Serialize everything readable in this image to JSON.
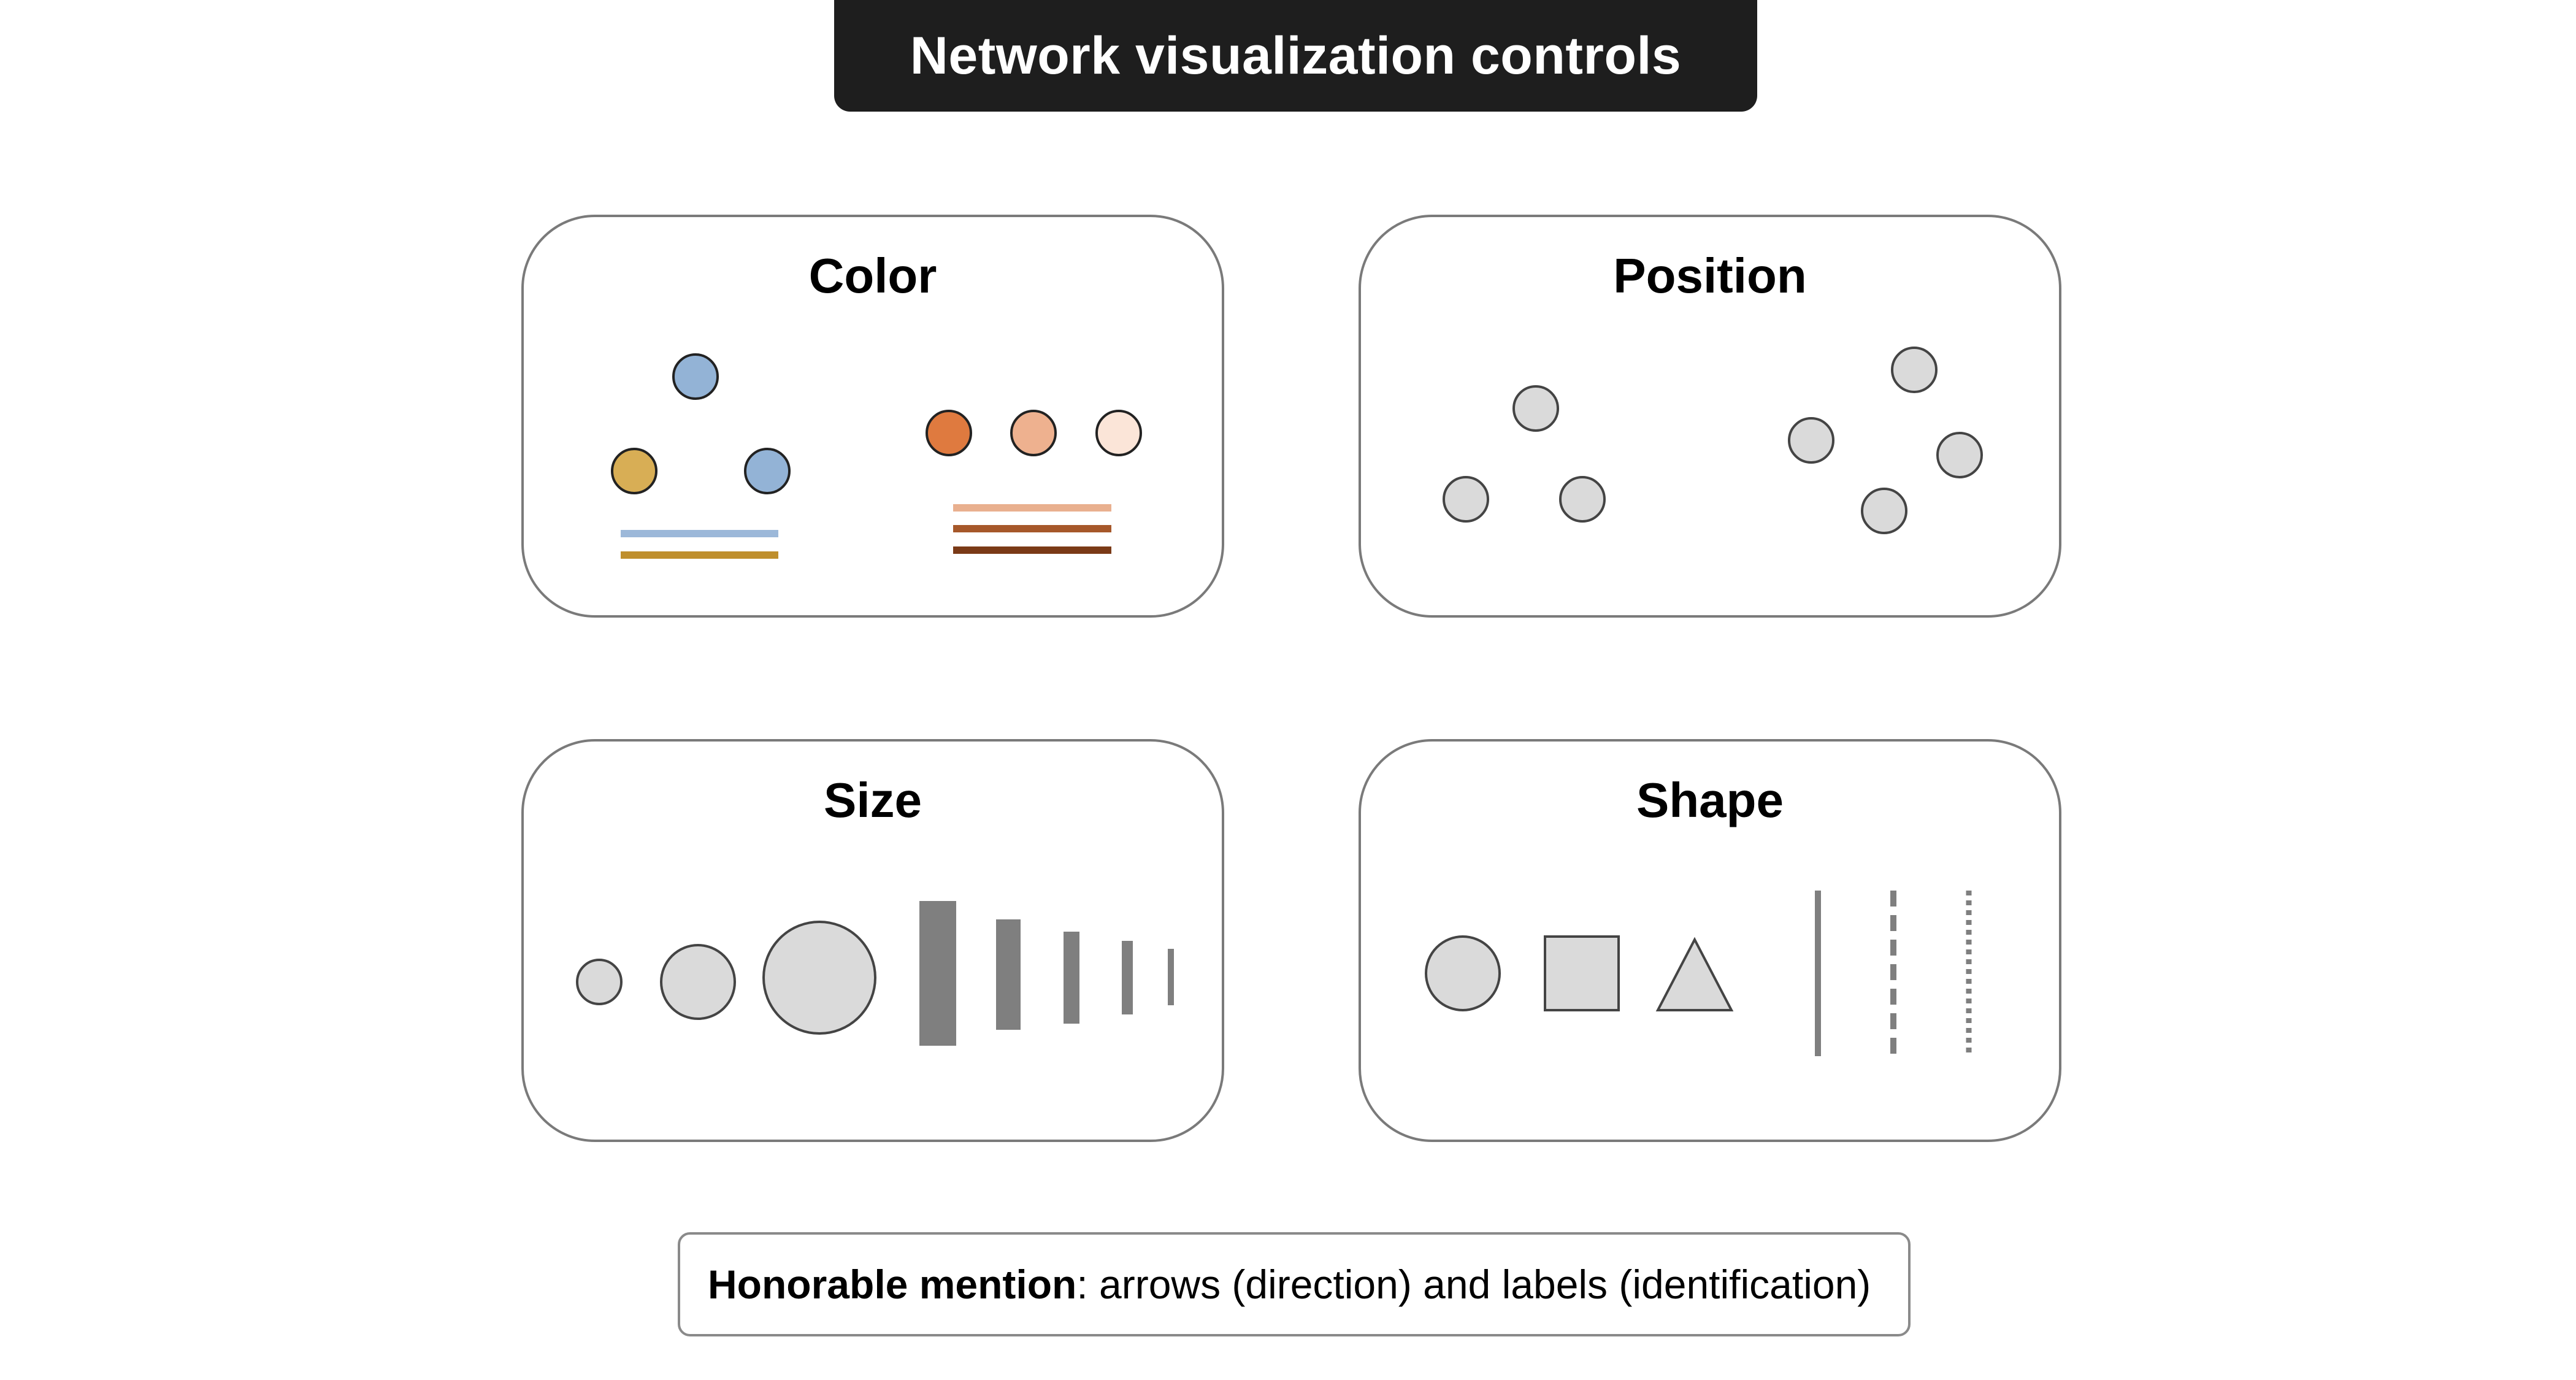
{
  "title": "Network visualization controls",
  "panels": {
    "color": {
      "title": "Color"
    },
    "position": {
      "title": "Position"
    },
    "size": {
      "title": "Size"
    },
    "shape": {
      "title": "Shape"
    }
  },
  "note": {
    "bold": "Honorable mention",
    "text": ": arrows (direction) and labels (identification)"
  },
  "colors": {
    "node_blue": "#93b3d6",
    "node_gold": "#d8ae55",
    "node_dark_orange": "#df7a3f",
    "node_peach": "#eeb18f",
    "node_cream": "#fbe5d8",
    "edge_blue": "#9cb8d9",
    "edge_gold": "#bf8f2d",
    "edge_light_brown": "#e9b08f",
    "edge_brown": "#a6582a",
    "edge_dark_brown": "#7a3a17",
    "node_gray": "#dadada",
    "bar_gray": "#7f7f7f",
    "outline": "#222222"
  },
  "icons": [
    "circle-node",
    "square-node",
    "triangle-node",
    "solid-line",
    "dashed-line",
    "dotted-line"
  ]
}
